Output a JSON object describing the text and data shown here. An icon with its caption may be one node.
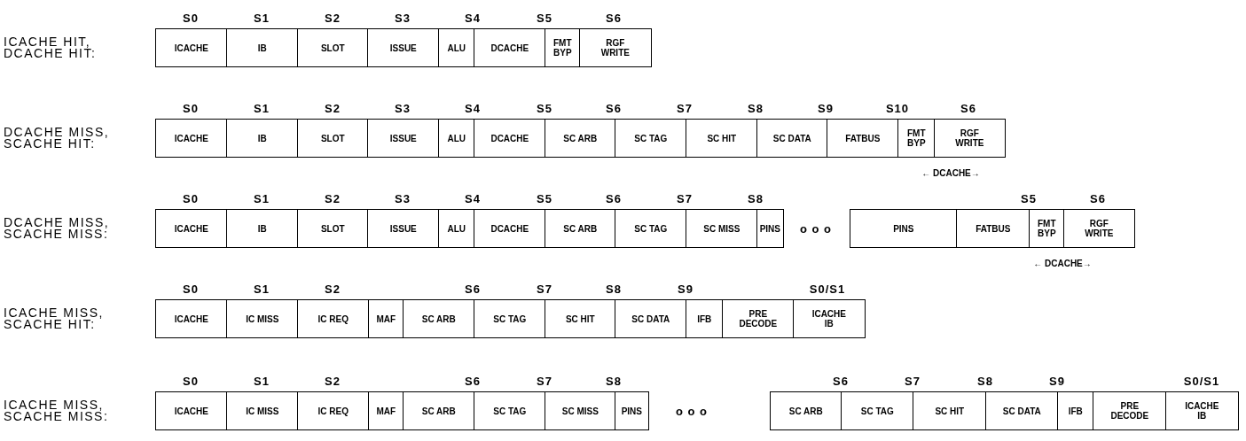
{
  "diagram": {
    "nodes": [
      {
        "text": [
          "ICACHE"
        ]
      },
      {
        "text": [
          "IB"
        ]
      },
      {
        "text": [
          "SLOT"
        ]
      },
      {
        "text": [
          "ISSUE"
        ]
      },
      {
        "text": [
          "ALU"
        ]
      },
      {
        "text": [
          "DCACHE"
        ]
      },
      {
        "text": [
          "FMT BYP"
        ]
      },
      {
        "text": [
          "RGF WRITE"
        ]
      },
      {
        "text": [
          "ICACHE"
        ]
      },
      {
        "text": [
          "IB"
        ]
      },
      {
        "text": [
          "SLOT"
        ]
      },
      {
        "text": [
          "ISSUE"
        ]
      },
      {
        "text": [
          "ALU"
        ]
      },
      {
        "text": [
          "DCACHE"
        ]
      },
      {
        "text": [
          "SC ARB"
        ]
      },
      {
        "text": [
          "SC TAG"
        ]
      },
      {
        "text": [
          "SC HIT"
        ]
      },
      {
        "text": [
          "SC DATA"
        ]
      },
      {
        "text": [
          "FATBUS"
        ]
      },
      {
        "text": [
          "FMT BYP"
        ]
      },
      {
        "text": [
          "RGF WRITE"
        ]
      },
      {
        "text": [
          "ICACHE"
        ]
      },
      {
        "text": [
          "IB"
        ]
      },
      {
        "text": [
          "SLOT"
        ]
      },
      {
        "text": [
          "ISSUE"
        ]
      },
      {
        "text": [
          "ALU"
        ]
      },
      {
        "text": [
          "DCACHE"
        ]
      },
      {
        "text": [
          "SC ARB"
        ]
      },
      {
        "text": [
          "SC TAG"
        ]
      },
      {
        "text": [
          "SC MISS"
        ]
      },
      {
        "text": [
          "PINS"
        ]
      },
      {
        "text": [
          "PINS"
        ]
      },
      {
        "text": [
          "FATBUS"
        ]
      },
      {
        "text": [
          "FMT BYP"
        ]
      },
      {
        "text": [
          "RGF WRITE"
        ]
      },
      {
        "text": [
          "ICACHE"
        ]
      },
      {
        "text": [
          "IC MISS"
        ]
      },
      {
        "text": [
          "IC REQ"
        ]
      },
      {
        "text": [
          "MAF"
        ]
      },
      {
        "text": [
          "SC ARB"
        ]
      },
      {
        "text": [
          "SC TAG"
        ]
      },
      {
        "text": [
          "SC HIT"
        ]
      },
      {
        "text": [
          "SC DATA"
        ]
      },
      {
        "text": [
          "IFB"
        ]
      },
      {
        "text": [
          "PRE DECODE"
        ]
      },
      {
        "text": [
          "ICACHE IB"
        ]
      },
      {
        "text": [
          "ICACHE"
        ]
      },
      {
        "text": [
          "IC MISS"
        ]
      },
      {
        "text": [
          "IC REQ"
        ]
      },
      {
        "text": [
          "MAF"
        ]
      },
      {
        "text": [
          "SC ARB"
        ]
      },
      {
        "text": [
          "SC TAG"
        ]
      },
      {
        "text": [
          "SC MISS"
        ]
      },
      {
        "text": [
          "PINS"
        ]
      },
      {
        "text": [
          "SC ARB"
        ]
      },
      {
        "text": [
          "SC TAG"
        ]
      },
      {
        "text": [
          "SC HIT"
        ]
      },
      {
        "text": [
          "SC DATA"
        ]
      },
      {
        "text": [
          "IFB"
        ]
      },
      {
        "text": [
          "PRE DECODE"
        ]
      },
      {
        "text": [
          "ICACHE IB"
        ]
      }
    ],
    "labels": [
      "S0",
      "S1",
      "S2",
      "S3",
      "S4",
      "S5",
      "S6",
      "ICACHE HIT, DCACHE HIT:",
      "S0",
      "S1",
      "S2",
      "S3",
      "S4",
      "S5",
      "S6",
      "S7",
      "S8",
      "S9",
      "S10",
      "S6",
      "DCACHE MISS, SCACHE HIT:",
      "← DCACHE→",
      "S0",
      "S1",
      "S2",
      "S3",
      "S4",
      "S5",
      "S6",
      "S7",
      "S8",
      "S5",
      "S6",
      "DCACHE MISS, SCACHE MISS:",
      "o o o",
      "← DCACHE→",
      "S0",
      "S1",
      "S2",
      "S6",
      "S7",
      "S8",
      "S9",
      "S0/S1",
      "ICACHE MISS, SCACHE HIT:",
      "S0",
      "S1",
      "S2",
      "S6",
      "S7",
      "S8",
      "S6",
      "S7",
      "S8",
      "S9",
      "S0/S1",
      "ICACHE MISS, SCACHE MISS:",
      "o o o"
    ]
  }
}
